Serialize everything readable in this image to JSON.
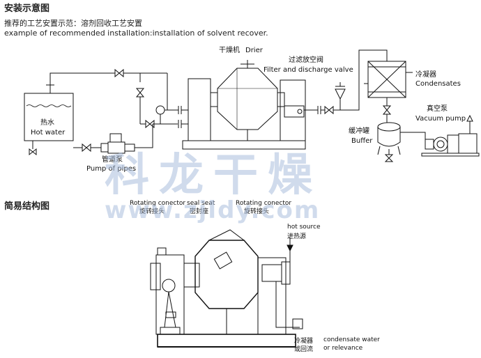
{
  "title_install": "安装示意图",
  "subtitle_cn": "推荐的工艺安置示范：溶剂回收工艺安置",
  "subtitle_en": "example of recommended installation:installation of solvent recover.",
  "labels": {
    "drier_cn": "干燥机",
    "drier_en": "Drier",
    "filter_cn": "过滤放空阀",
    "filter_en": "Filter and discharge valve",
    "condenser_cn": "冷凝器",
    "condenser_en": "Condensates",
    "vacuum_cn": "真空泵",
    "vacuum_en": "Vacuum pump",
    "buffer_cn": "缓冲罐",
    "buffer_en": "Buffer",
    "hotwater_cn": "热水",
    "hotwater_en": "Hot water",
    "pump_cn": "管道泵",
    "pump_en": "Pump of pipes"
  },
  "title_struct": "简易结构图",
  "struct_labels": {
    "rot1_en": "Rotating conector",
    "rot1_cn": "旋转接头",
    "seal_en": "seal seat",
    "seal_cn": "密封座",
    "rot2_en": "Rotating conector",
    "rot2_cn": "旋转接头",
    "hot_en": "hot source",
    "hot_cn": "进热源",
    "cond_cn1": "冷凝器",
    "cond_cn2": "或回流",
    "cond_en1": "condensate water",
    "cond_en2": "or relevance"
  },
  "watermark": {
    "cn": "科龙干燥",
    "url": "www.zjldy.com"
  }
}
